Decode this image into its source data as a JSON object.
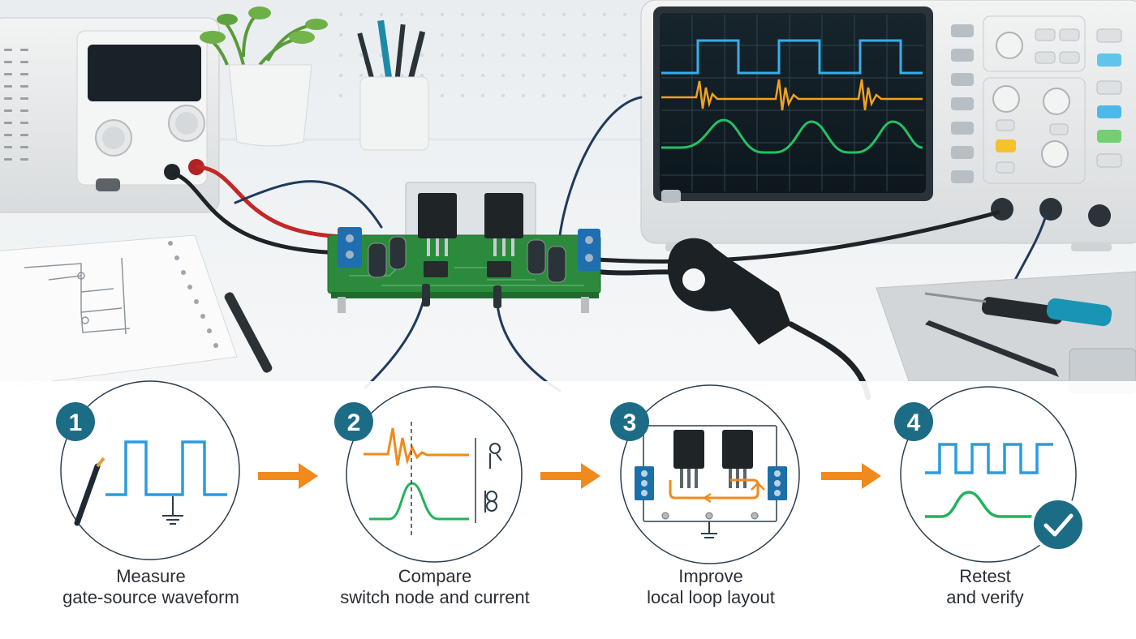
{
  "steps": [
    {
      "number": "1",
      "line1": "Measure",
      "line2": "gate-source waveform"
    },
    {
      "number": "2",
      "line1": "Compare",
      "line2": "switch node and current"
    },
    {
      "number": "3",
      "line1": "Improve",
      "line2": "local loop layout"
    },
    {
      "number": "4",
      "line1": "Retest",
      "line2": "and verify"
    }
  ],
  "colors": {
    "step_badge": "#1d6c86",
    "arrow": "#f08a1c",
    "trace_blue": "#2a9be0",
    "trace_orange": "#f0901e",
    "trace_green": "#22b35a",
    "check_badge": "#1d6c86",
    "pcb": "#2c8a3c"
  },
  "icons": [
    "probe-icon",
    "ground-icon",
    "check-icon",
    "loop-icon"
  ]
}
